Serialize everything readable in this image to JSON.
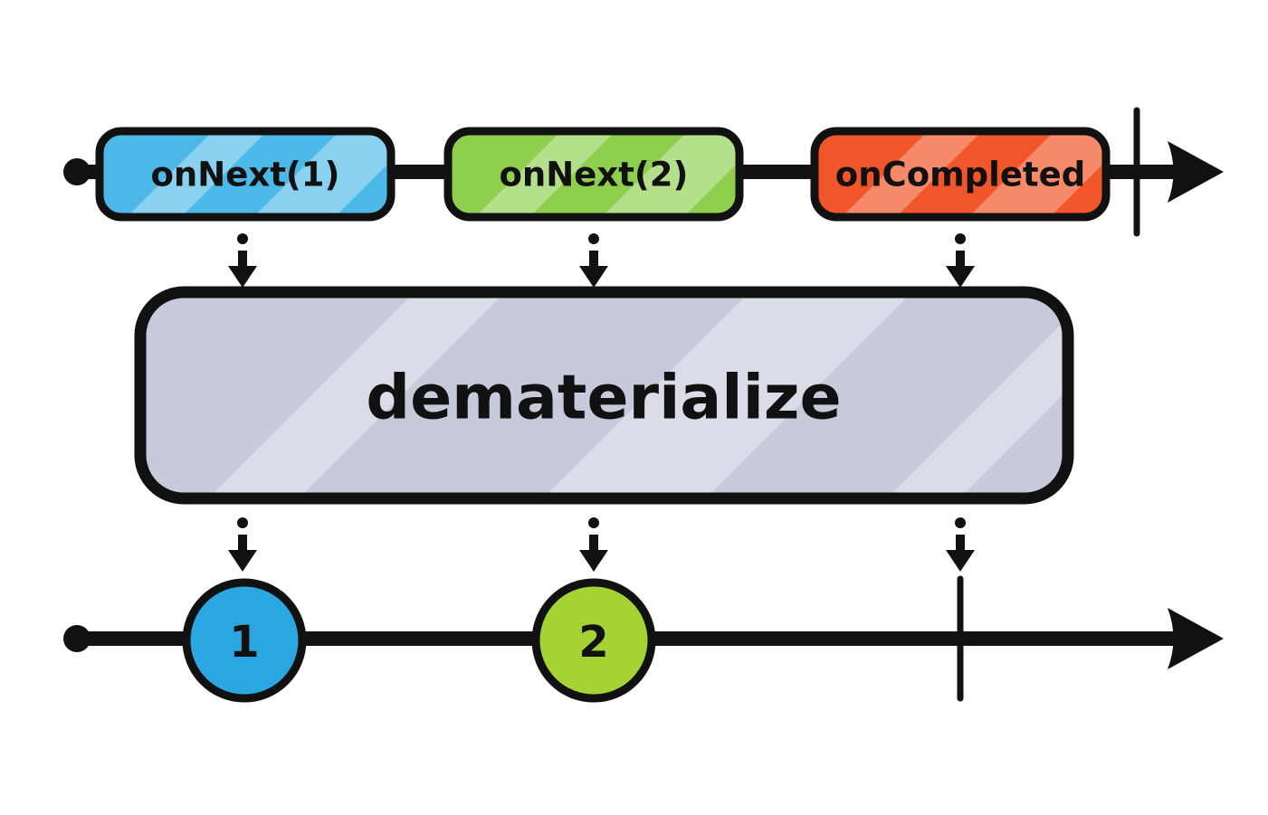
{
  "diagram": {
    "operator": {
      "label": "dematerialize",
      "fill": "#c7cada",
      "stroke": "#111111"
    },
    "source_timeline": {
      "events": [
        {
          "label": "onNext(1)",
          "fill": "#4cb8e8"
        },
        {
          "label": "onNext(2)",
          "fill": "#8ed04e"
        },
        {
          "label": "onCompleted",
          "fill": "#f1562a"
        }
      ]
    },
    "output_timeline": {
      "marbles": [
        {
          "label": "1",
          "fill": "#2aa7e0"
        },
        {
          "label": "2",
          "fill": "#a5d333"
        }
      ]
    },
    "colors": {
      "line": "#111111",
      "stripe_highlight": "#ffffff"
    }
  }
}
